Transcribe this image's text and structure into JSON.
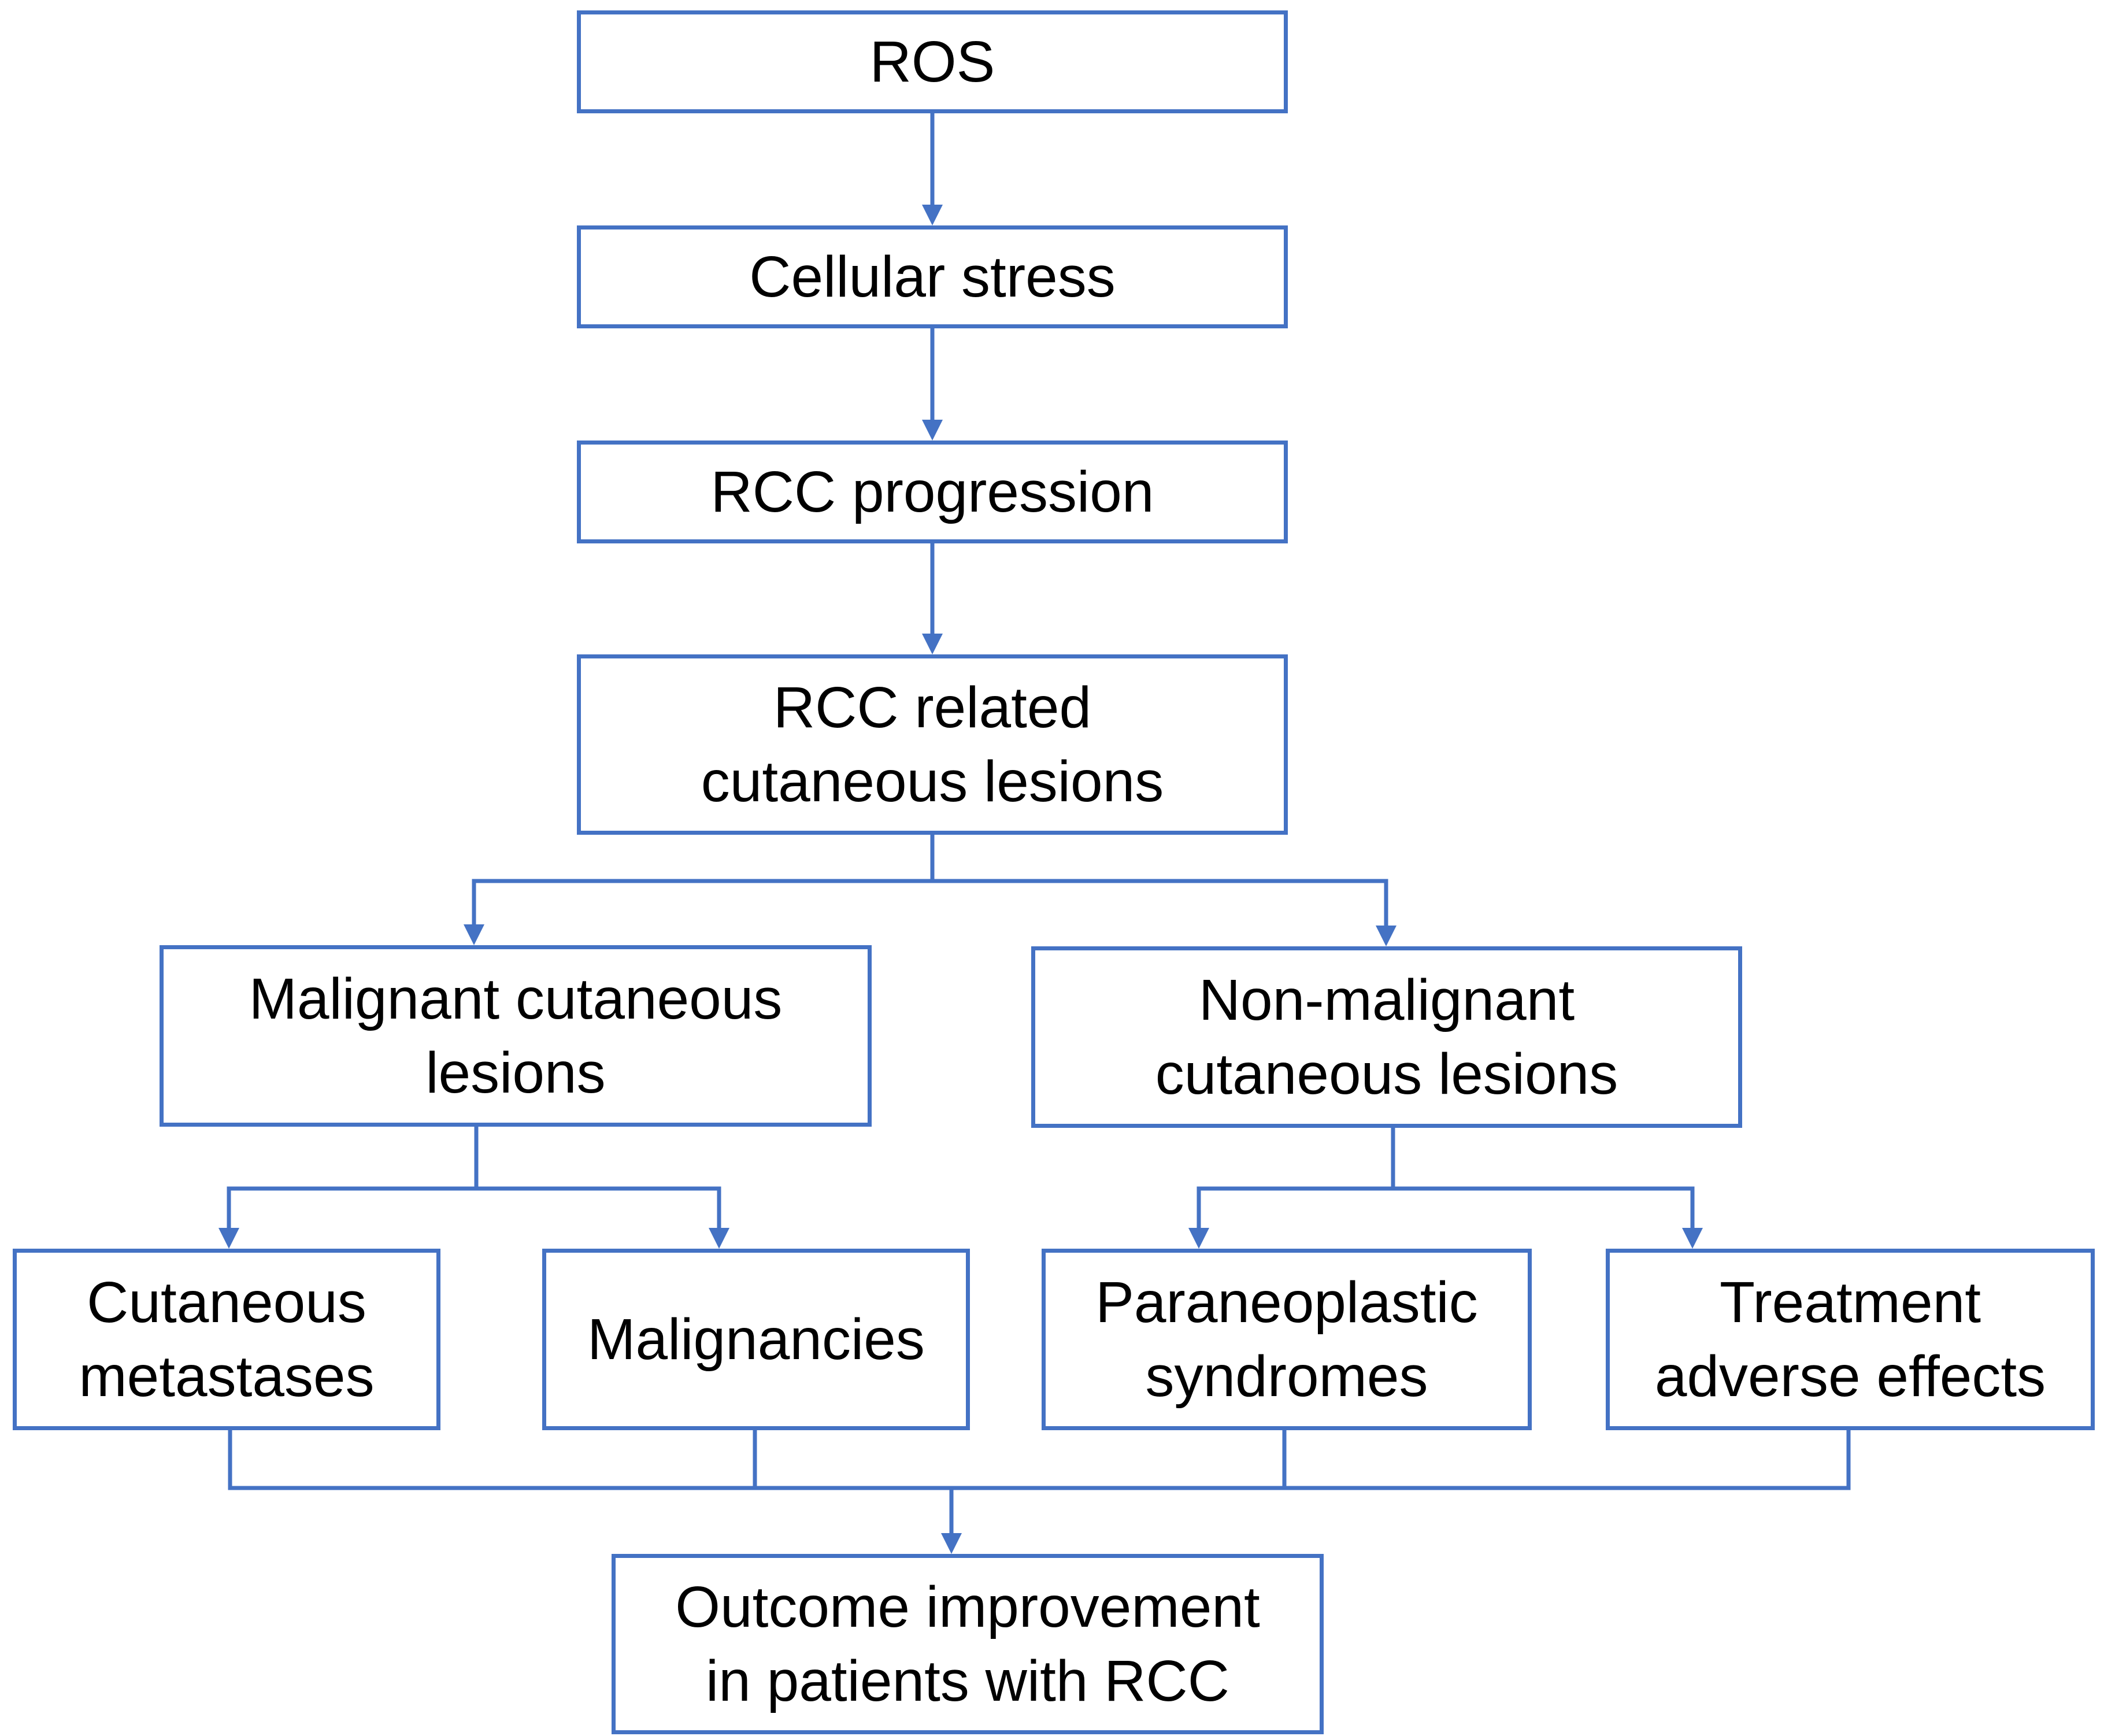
{
  "colors": {
    "box_border": "#4472C4",
    "connector": "#4472C4",
    "text": "#000000",
    "background": "#ffffff"
  },
  "nodes": {
    "ros": {
      "lines": [
        "ROS"
      ]
    },
    "cellular_stress": {
      "lines": [
        "Cellular stress"
      ]
    },
    "rcc_progression": {
      "lines": [
        "RCC progression"
      ]
    },
    "rcc_related": {
      "lines": [
        "RCC related",
        "cutaneous lesions"
      ]
    },
    "malignant": {
      "lines": [
        "Malignant cutaneous",
        "lesions"
      ]
    },
    "non_malignant": {
      "lines": [
        "Non-malignant",
        "cutaneous lesions"
      ]
    },
    "cutaneous_metastases": {
      "lines": [
        "Cutaneous",
        "metastases"
      ]
    },
    "malignancies": {
      "lines": [
        "Malignancies"
      ]
    },
    "paraneoplastic": {
      "lines": [
        "Paraneoplastic",
        "syndromes"
      ]
    },
    "treatment_adverse": {
      "lines": [
        "Treatment",
        "adverse effects"
      ]
    },
    "outcome": {
      "lines": [
        "Outcome improvement",
        "in patients with RCC"
      ]
    }
  },
  "edges": [
    {
      "from": "ros",
      "to": "cellular_stress"
    },
    {
      "from": "cellular_stress",
      "to": "rcc_progression"
    },
    {
      "from": "rcc_progression",
      "to": "rcc_related"
    },
    {
      "from": "rcc_related",
      "to": "malignant"
    },
    {
      "from": "rcc_related",
      "to": "non_malignant"
    },
    {
      "from": "malignant",
      "to": "cutaneous_metastases"
    },
    {
      "from": "malignant",
      "to": "malignancies"
    },
    {
      "from": "non_malignant",
      "to": "paraneoplastic"
    },
    {
      "from": "non_malignant",
      "to": "treatment_adverse"
    },
    {
      "from": "cutaneous_metastases",
      "to": "outcome"
    },
    {
      "from": "malignancies",
      "to": "outcome"
    },
    {
      "from": "paraneoplastic",
      "to": "outcome"
    },
    {
      "from": "treatment_adverse",
      "to": "outcome"
    }
  ]
}
